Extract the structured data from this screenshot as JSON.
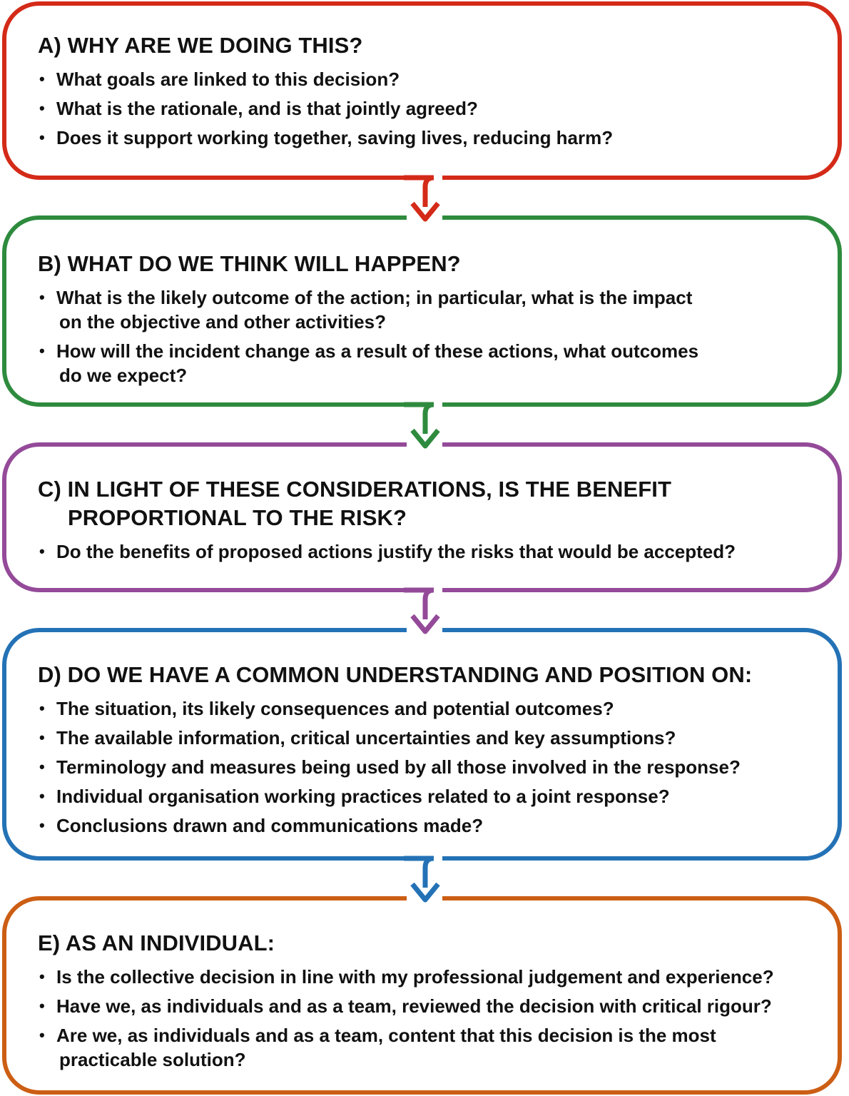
{
  "colors": {
    "a": "#d42a18",
    "b": "#2e8b3e",
    "c": "#944a99",
    "d": "#2472b6",
    "e": "#cc5e14"
  },
  "sections": [
    {
      "heading": "A) WHY ARE WE DOING THIS?",
      "items": [
        {
          "text": "What goals are linked to this decision?"
        },
        {
          "text": "What is the rationale, and is that jointly agreed?"
        },
        {
          "text": "Does it support working together, saving lives, reducing harm?"
        }
      ]
    },
    {
      "heading": "B) WHAT DO WE THINK WILL HAPPEN?",
      "items": [
        {
          "text": "What is the likely outcome of the action; in particular, what is the impact",
          "cont": "on the objective and other activities?"
        },
        {
          "text": "How will the incident change as a result of these actions, what outcomes",
          "cont": "do we expect?"
        }
      ]
    },
    {
      "heading": "C) IN LIGHT OF THESE CONSIDERATIONS, IS THE  BENEFIT",
      "heading_cont": "PROPORTIONAL TO THE RISK?",
      "items": [
        {
          "text": "Do the benefits of proposed actions justify the risks that would be accepted?"
        }
      ]
    },
    {
      "heading": "D) DO WE HAVE A COMMON UNDERSTANDING AND POSITION ON:",
      "items": [
        {
          "text": "The situation, its likely consequences and potential outcomes?"
        },
        {
          "text": "The available information, critical uncertainties and key assumptions?"
        },
        {
          "text": "Terminology and measures being used by all those involved in the response?"
        },
        {
          "text": "Individual organisation working practices related to a joint response?"
        },
        {
          "text": "Conclusions drawn and communications made?"
        }
      ]
    },
    {
      "heading": "E) AS AN INDIVIDUAL:",
      "items": [
        {
          "text": "Is the collective decision in line with my professional judgement and experience?"
        },
        {
          "text": "Have we, as individuals and as a team, reviewed the decision with critical rigour?"
        },
        {
          "text": "Are we, as individuals and as a team, content that this decision is the most",
          "cont": "practicable solution?"
        }
      ]
    }
  ]
}
